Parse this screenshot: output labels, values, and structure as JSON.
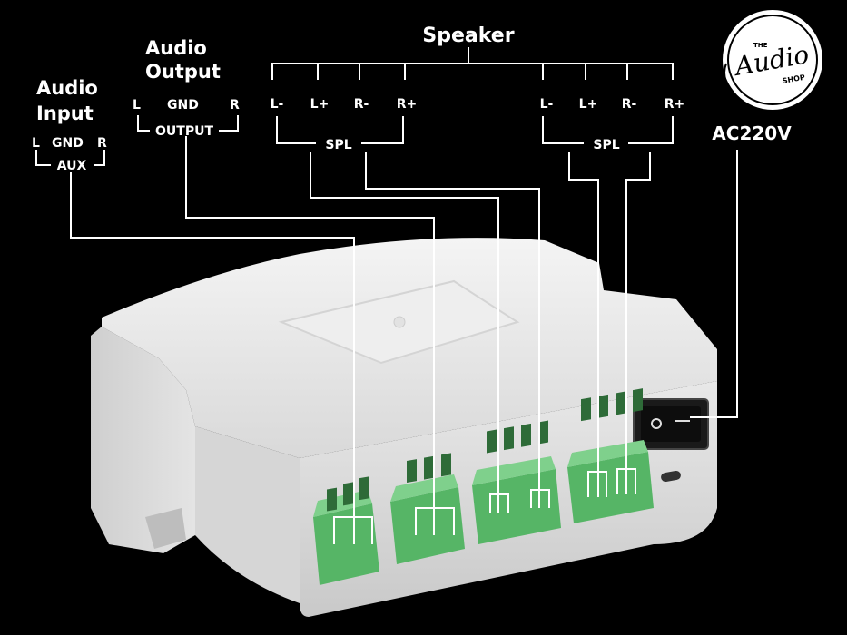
{
  "brand": {
    "logo_top": "THE",
    "logo_main": "Audio",
    "logo_bottom": "SHOP"
  },
  "labels": {
    "speaker": "Speaker",
    "ac": "AC220V",
    "audio_output": [
      "Audio",
      "Output"
    ],
    "audio_input": [
      "Audio",
      "Input"
    ],
    "output_pins": {
      "l": "L",
      "gnd": "GND",
      "r": "R",
      "group": "OUTPUT"
    },
    "aux_pins": {
      "l": "L",
      "gnd": "GND",
      "r": "R",
      "group": "AUX"
    },
    "speaker_left": {
      "pins": [
        "L-",
        "L+",
        "R-",
        "R+"
      ],
      "group": "SPL"
    },
    "speaker_right": {
      "pins": [
        "L-",
        "L+",
        "R-",
        "R+"
      ],
      "group": "SPL"
    }
  },
  "colors": {
    "background": "#000000",
    "device": "#e6e6e6",
    "terminal": "#5bbd6a",
    "lines": "#ffffff",
    "switch": "#1a1a1a"
  }
}
